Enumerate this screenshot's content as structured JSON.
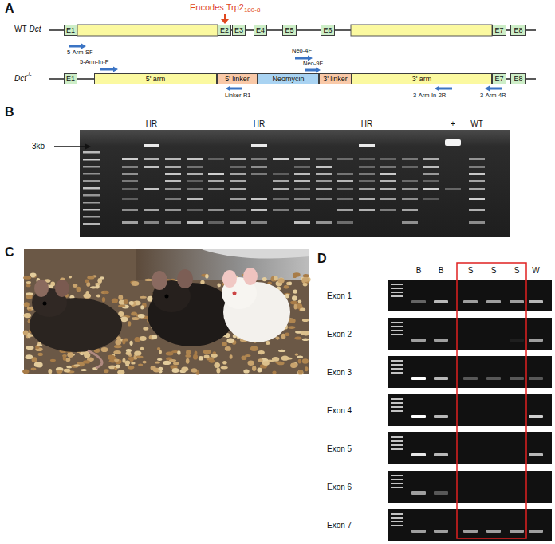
{
  "diagram": {
    "nodes": [
      {
        "text": [
          "E1"
        ]
      },
      {
        "text": [
          "E2"
        ]
      },
      {
        "text": [
          "E3"
        ]
      },
      {
        "text": [
          "E4"
        ]
      },
      {
        "text": [
          "E5"
        ]
      },
      {
        "text": [
          "E6"
        ]
      },
      {
        "text": [
          "E7"
        ]
      },
      {
        "text": [
          "E8"
        ]
      },
      {
        "text": [
          "E1"
        ]
      },
      {
        "text": [
          "5' arm"
        ]
      },
      {
        "text": [
          "5' linker"
        ]
      },
      {
        "text": [
          "Neomycin"
        ]
      },
      {
        "text": [
          "3' linker"
        ]
      },
      {
        "text": [
          "3' arm"
        ]
      },
      {
        "text": [
          "E7"
        ]
      },
      {
        "text": [
          "E8"
        ]
      }
    ],
    "labels": [
      "A",
      "Encodes Trp2",
      "180-8",
      "WT",
      "Dct",
      "5-Arm-SF",
      "5-Arm-In-F",
      "Neo-4F",
      "Neo-9F",
      "Dct",
      "-/-",
      "Linker-R1",
      "3-Arm-In-2R",
      "3-Arm-4R",
      "B",
      "HR",
      "HR",
      "HR",
      "3kb",
      "+",
      "WT",
      "C",
      "D",
      "B",
      "B",
      "S",
      "S",
      "S",
      "W",
      "Exon 1",
      "Exon 2",
      "Exon 3",
      "Exon 4",
      "Exon 5",
      "Exon 6",
      "Exon 7"
    ]
  }
}
